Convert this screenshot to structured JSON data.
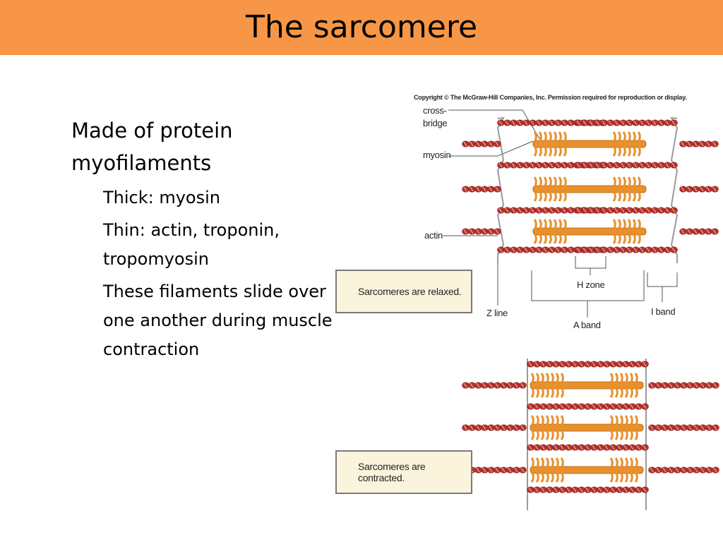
{
  "slide": {
    "title": "The sarcomere",
    "bullets": [
      {
        "text": "Made of protein myofilaments"
      },
      {
        "text": "Thick: myosin"
      },
      {
        "text": "Thin: actin, troponin, tropomyosin"
      },
      {
        "text": "These filaments slide over one another during muscle contraction"
      }
    ]
  },
  "figure": {
    "copyright": "Copyright © The McGraw-Hill Companies, Inc. Permission required for reproduction or display.",
    "labels": {
      "cross_bridge": "cross-bridge",
      "myosin": "myosin",
      "actin": "actin",
      "h_zone": "H zone",
      "z_line": "Z line",
      "a_band": "A band",
      "i_band": "I band"
    },
    "relaxed_caption": "Sarcomeres are relaxed.",
    "contracted_caption": "Sarcomeres are contracted.",
    "colors": {
      "title_bar": "#f79646",
      "thin_filament": "#b8322c",
      "thick_filament": "#e8902c",
      "caption_bg": "#fbf4dd",
      "z_line": "#9a9a9a"
    }
  }
}
